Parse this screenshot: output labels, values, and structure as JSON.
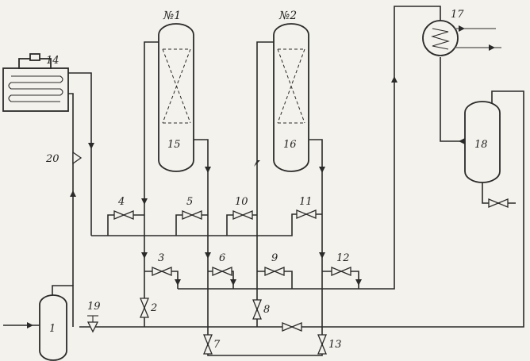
{
  "vessels": {
    "column1_title": "№1",
    "column2_title": "№2",
    "column1_label": "15",
    "column2_label": "16",
    "tank_label": "1",
    "cooler_label": "14",
    "exchanger_label": "17",
    "separator_label": "18"
  },
  "valves": {
    "v2": "2",
    "v3": "3",
    "v4": "4",
    "v5": "5",
    "v6": "6",
    "v7": "7",
    "v8": "8",
    "v9": "9",
    "v10": "10",
    "v11": "11",
    "v12": "12",
    "v13": "13",
    "v19": "19",
    "v20": "20"
  }
}
